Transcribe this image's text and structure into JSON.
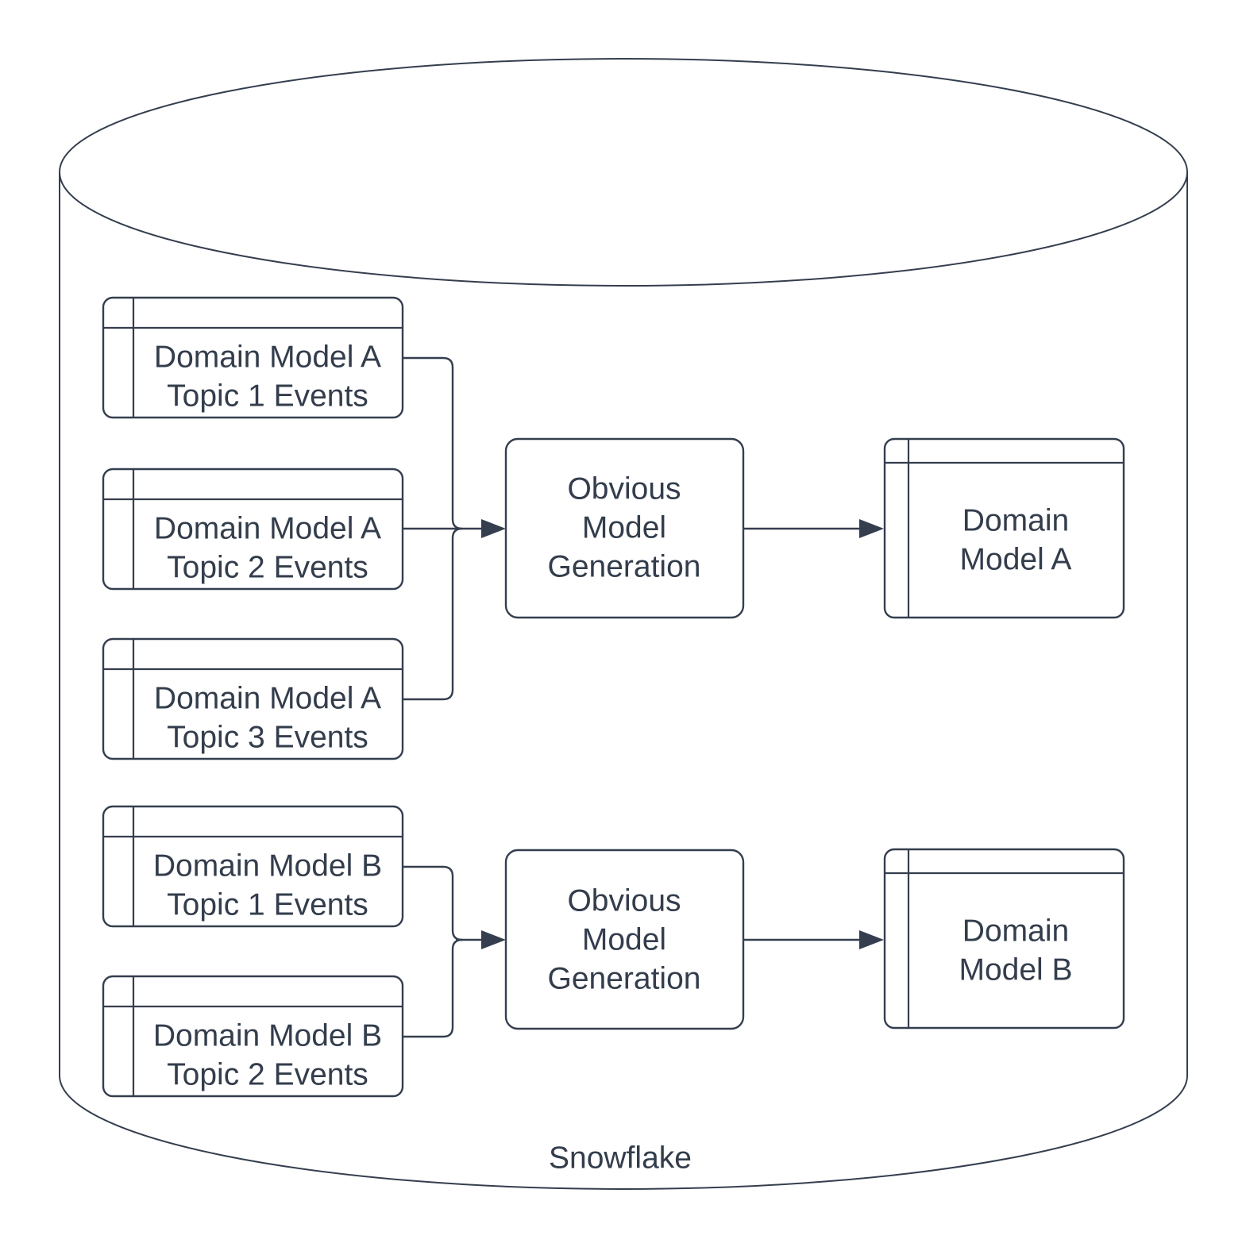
{
  "colors": {
    "stroke": "#343e4e",
    "text": "#333d4c",
    "background": "#ffffff"
  },
  "cylinder": {
    "label": "Snowflake"
  },
  "topic_tables": [
    {
      "line1": "Domain Model A",
      "line2": "Topic 1 Events"
    },
    {
      "line1": "Domain Model A",
      "line2": "Topic 2 Events"
    },
    {
      "line1": "Domain Model A",
      "line2": "Topic 3 Events"
    },
    {
      "line1": "Domain Model B",
      "line2": "Topic 1 Events"
    },
    {
      "line1": "Domain Model B",
      "line2": "Topic 2 Events"
    }
  ],
  "process_boxes": [
    {
      "line1": "Obvious",
      "line2": "Model",
      "line3": "Generation"
    },
    {
      "line1": "Obvious",
      "line2": "Model",
      "line3": "Generation"
    }
  ],
  "output_tables": [
    {
      "line1": "Domain",
      "line2": "Model A"
    },
    {
      "line1": "Domain",
      "line2": "Model B"
    }
  ]
}
